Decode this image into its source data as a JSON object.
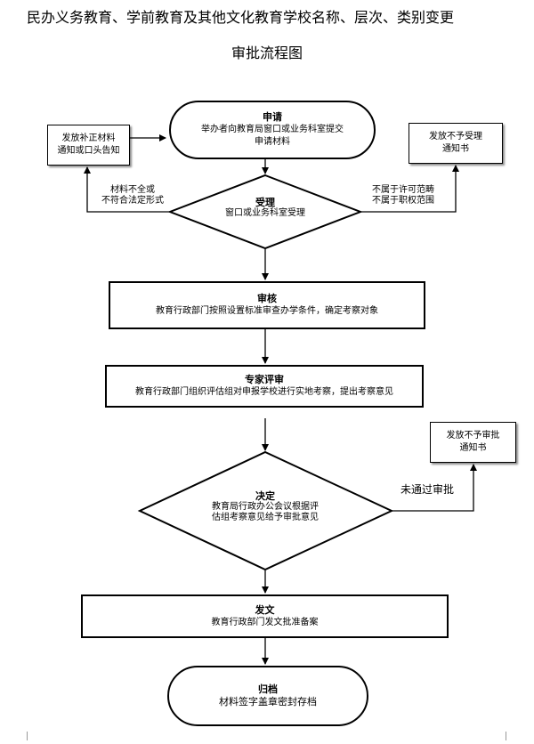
{
  "document": {
    "title_line1": "民办义务教育、学前教育及其他文化教育学校名称、层次、类别变更",
    "title_line2": "审批流程图"
  },
  "nodes": {
    "apply": {
      "title": "申请",
      "text": "举办者向教育局窗口或业务科室提交申请材料"
    },
    "supplement": {
      "line1": "发放补正材料",
      "line2": "通知或口头告知"
    },
    "reject_accept": {
      "line1": "发放不予受理",
      "line2": "通知书"
    },
    "accept": {
      "title": "受理",
      "text": "窗口或业务科室受理"
    },
    "review": {
      "title": "审核",
      "text": "教育行政部门按照设置标准审查办学条件，确定考察对象"
    },
    "expert": {
      "title": "专家评审",
      "text": "教育行政部门组织评估组对申报学校进行实地考察，提出考察意见"
    },
    "reject_approve": {
      "line1": "发放不予审批",
      "line2": "通知书"
    },
    "decision": {
      "title": "决定",
      "text_line1": "教育局行政办公会议根据评",
      "text_line2": "估组考察意见给予审批意见"
    },
    "issue": {
      "title": "发文",
      "text": "教育行政部门发文批准备案"
    },
    "archive": {
      "title": "归档",
      "text": "材料签字盖章密封存档"
    }
  },
  "edge_labels": {
    "incomplete_line1": "材料不全或",
    "incomplete_line2": "不符合法定形式",
    "out_of_scope_line1": "不属于许可范畴",
    "out_of_scope_line2": "不属于职权范围",
    "not_approved": "未通过审批"
  }
}
